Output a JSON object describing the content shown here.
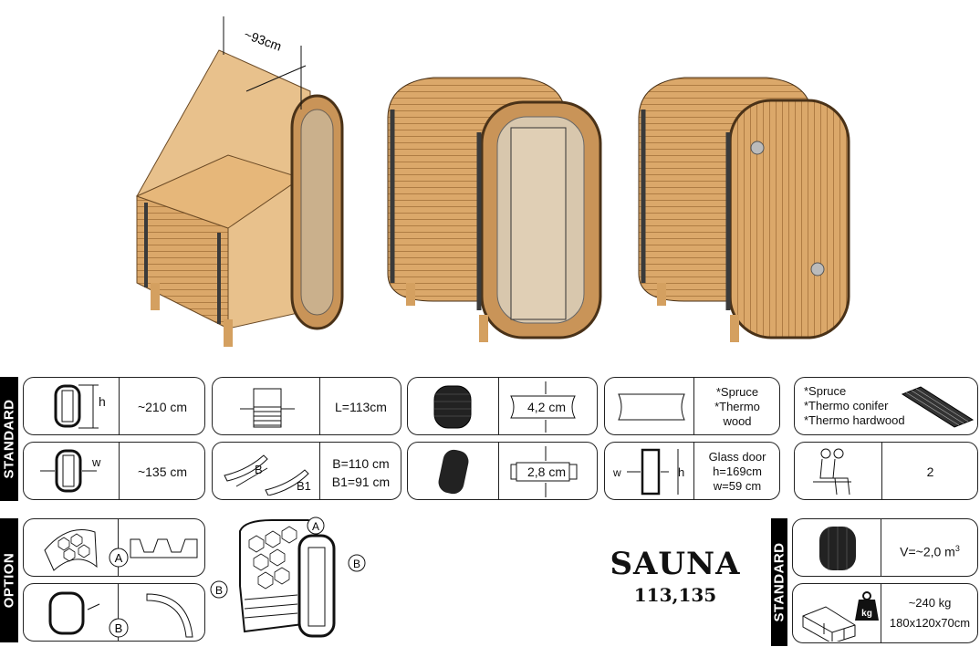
{
  "illustrations": {
    "dimension_label": "~93cm"
  },
  "standard_label": "STANDARD",
  "option_label": "OPTION",
  "specs": {
    "height": {
      "symbol": "h",
      "value": "~210 cm"
    },
    "width": {
      "symbol": "w",
      "value": "~135 cm"
    },
    "length": {
      "value": "L=113cm"
    },
    "base": {
      "symbol_b": "B",
      "symbol_b1": "B1",
      "line1": "B=110 cm",
      "line2": "B1=91 cm"
    },
    "wall_board": {
      "value": "4,2 cm"
    },
    "end_board": {
      "value": "2,8 cm"
    },
    "wood": {
      "line1": "*Spruce",
      "line2": "*Thermo",
      "line3": "wood"
    },
    "bench": {
      "line1": "*Spruce",
      "line2": "*Thermo conifer",
      "line3": "*Thermo hardwood"
    },
    "door": {
      "symbol_w": "w",
      "symbol_h": "h",
      "line1": "Glass door",
      "line2": "h=169cm",
      "line3": "w=59 cm"
    },
    "seats": {
      "value": "2"
    }
  },
  "options": {
    "marker_a": "A",
    "marker_b": "B"
  },
  "product": {
    "name": "SAUNA",
    "model": "113,135"
  },
  "standard2": {
    "volume": {
      "value": "V=~2,0",
      "unit": "m",
      "exp": "3"
    },
    "package": {
      "weight_icon": "kg",
      "weight": "~240 kg",
      "dimensions": "180x120x70cm"
    }
  },
  "colors": {
    "wood": "#dba86a",
    "wood_dark": "#b07a3e",
    "band": "#3a3a3a"
  }
}
